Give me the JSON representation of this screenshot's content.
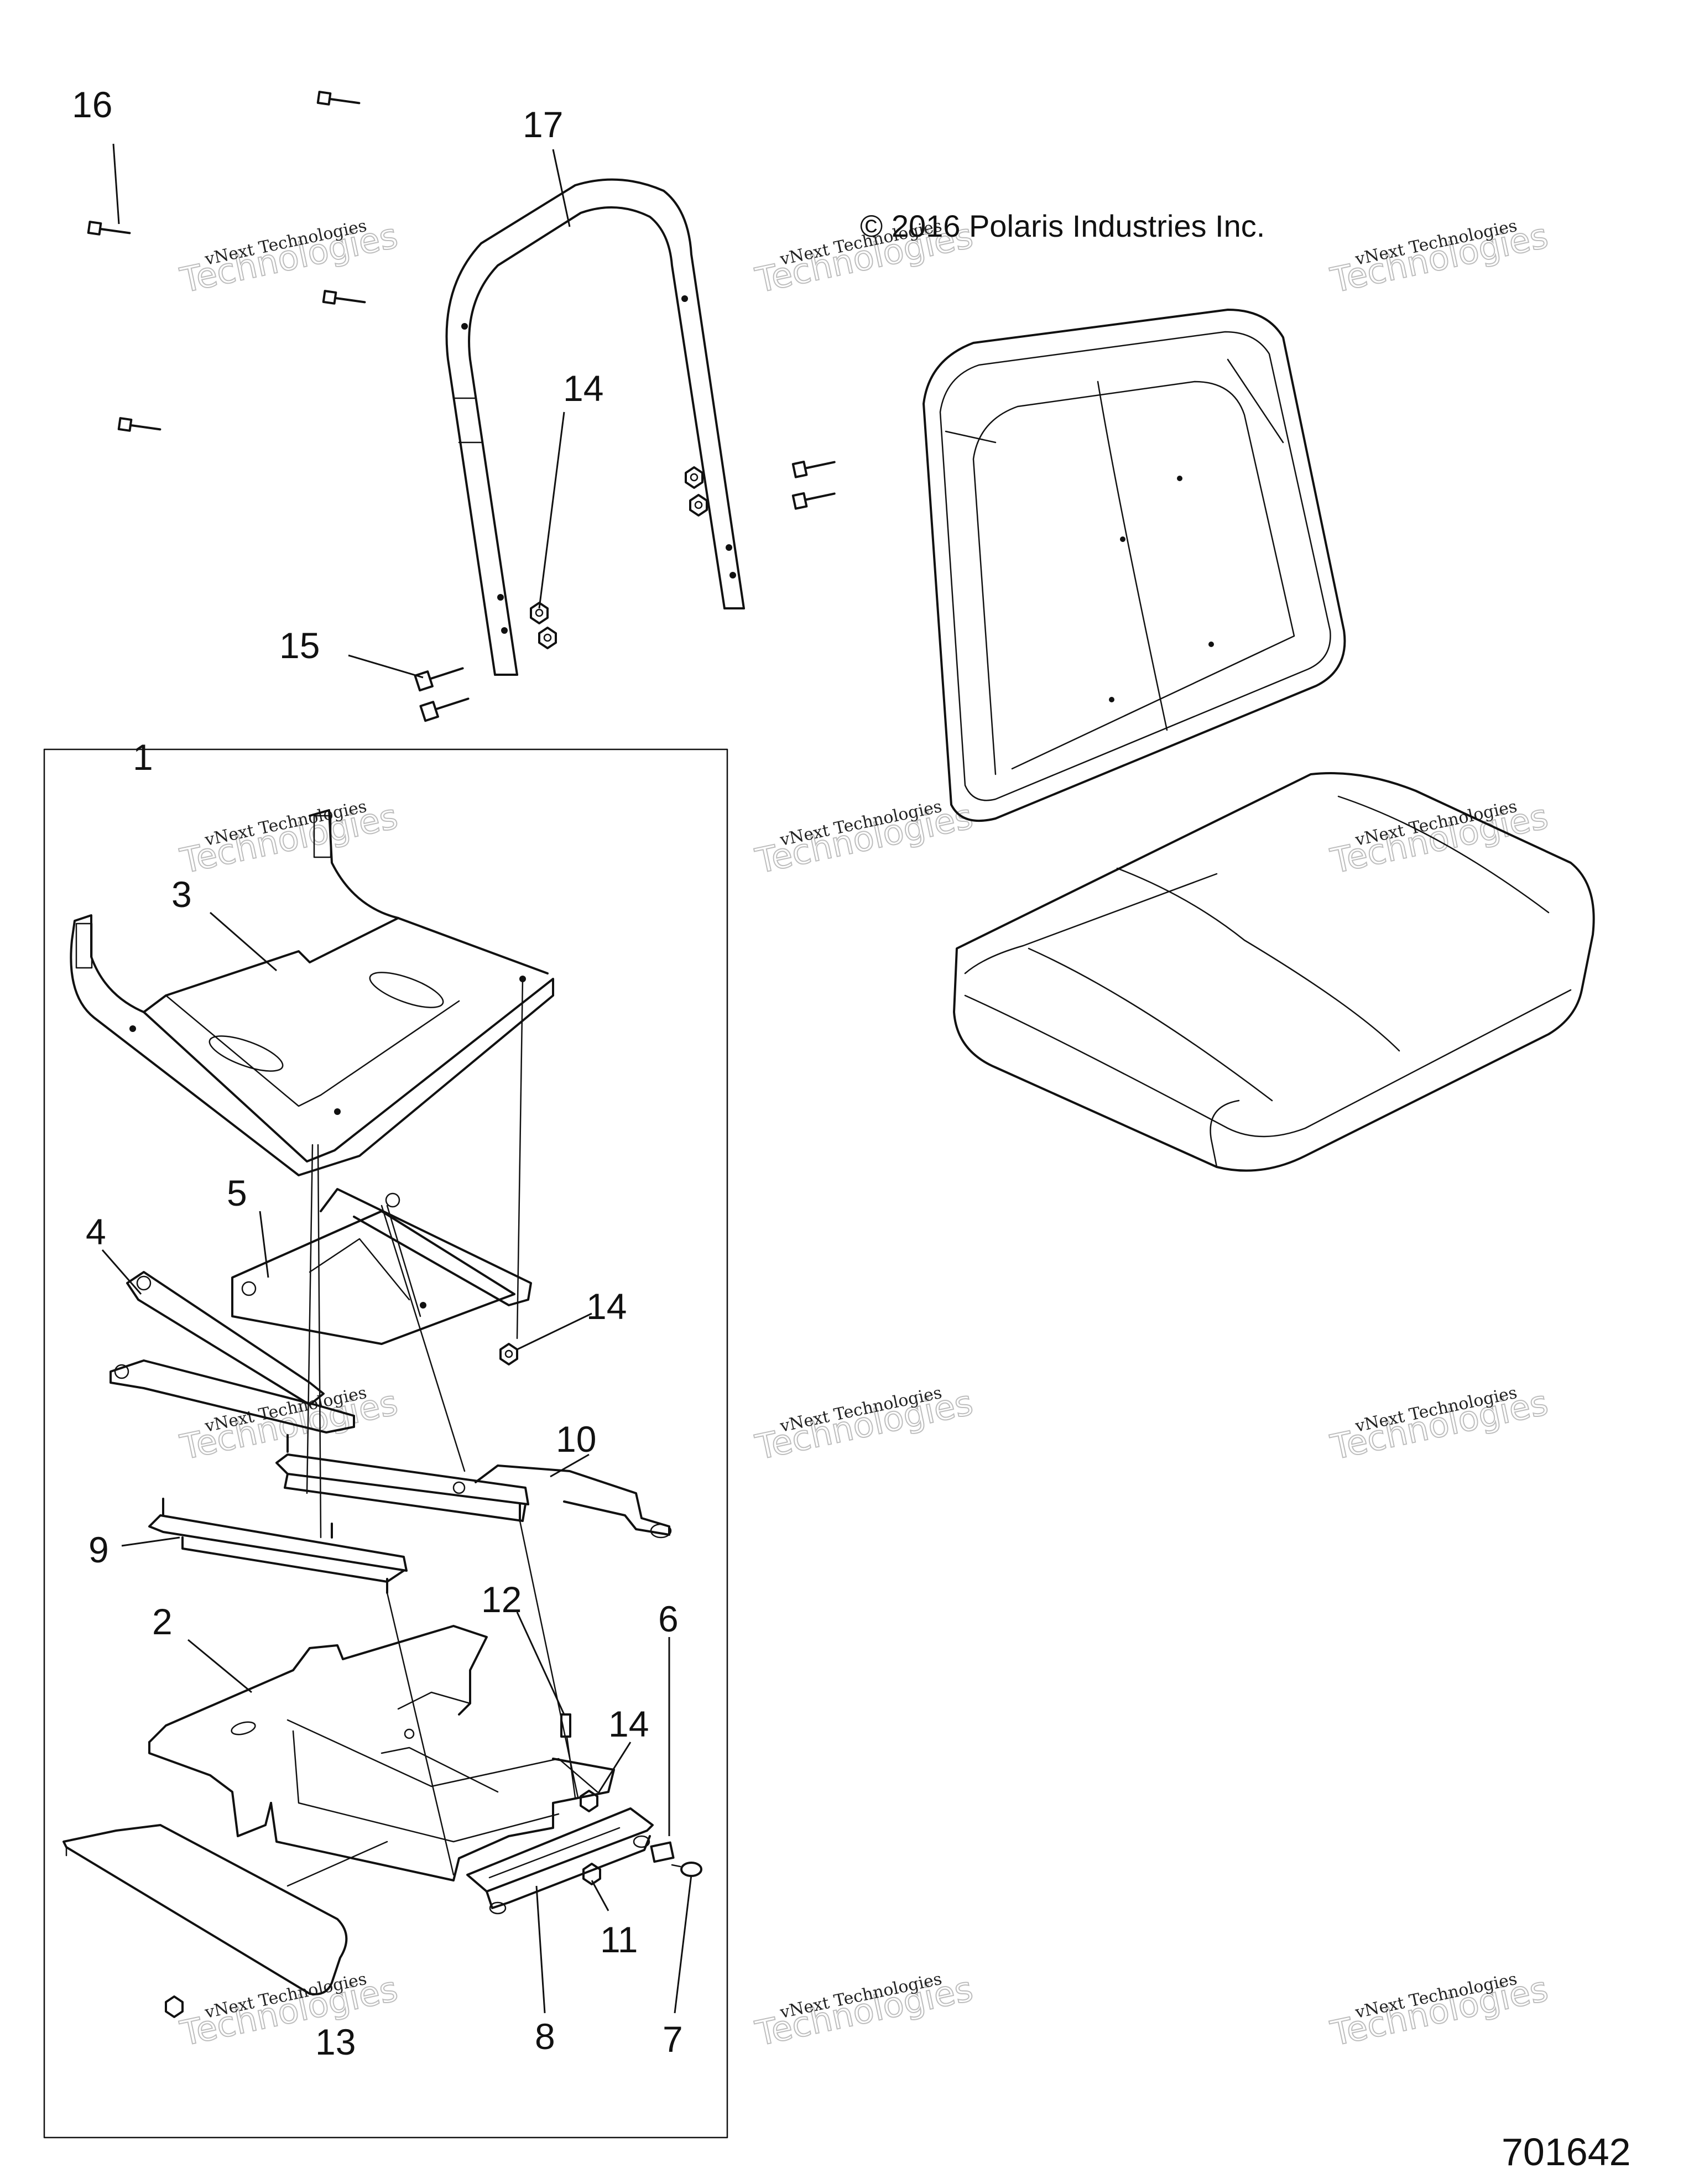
{
  "copyright": "© 2016 Polaris Industries Inc.",
  "part_number": "701642",
  "watermark": {
    "line1": "vNext Technologies",
    "line2": "Technologies",
    "overlay": "vNext"
  },
  "callouts": {
    "c1": "1",
    "c2": "2",
    "c3": "3",
    "c4": "4",
    "c5": "5",
    "c6": "6",
    "c7": "7",
    "c8": "8",
    "c9": "9",
    "c10": "10",
    "c11": "11",
    "c12": "12",
    "c13": "13",
    "c14a": "14",
    "c14b": "14",
    "c14c": "14",
    "c15": "15",
    "c16": "16",
    "c17": "17"
  }
}
